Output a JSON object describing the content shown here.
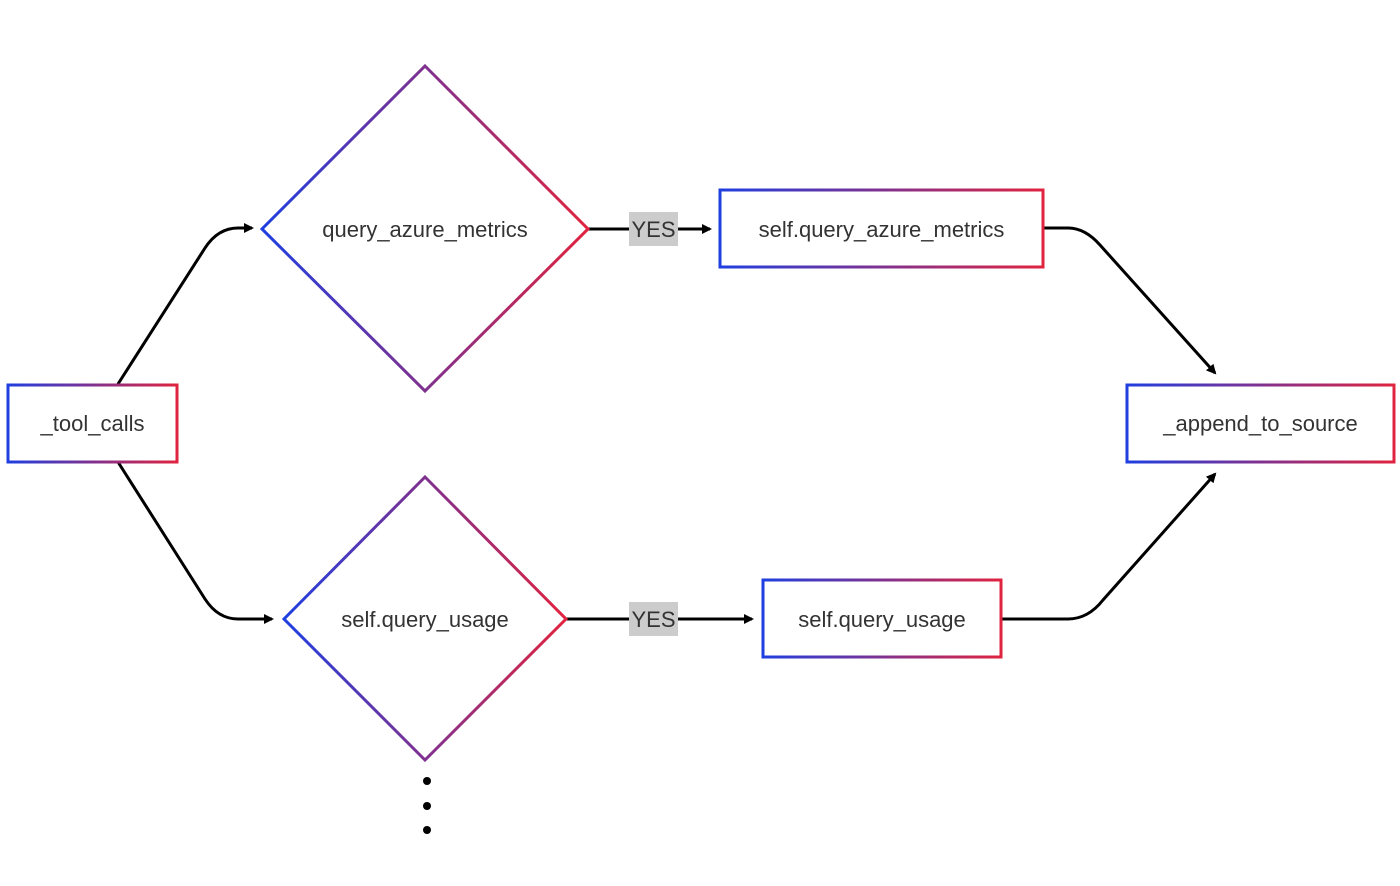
{
  "nodes": {
    "tool_calls": {
      "label": "_tool_calls",
      "shape": "rect"
    },
    "decision_azure_metrics": {
      "label": "query_azure_metrics",
      "shape": "diamond"
    },
    "decision_usage": {
      "label": "self.query_usage",
      "shape": "diamond"
    },
    "call_azure_metrics": {
      "label": "self.query_azure_metrics",
      "shape": "rect"
    },
    "call_usage": {
      "label": "self.query_usage",
      "shape": "rect"
    },
    "append_to_source": {
      "label": "_append_to_source",
      "shape": "rect"
    }
  },
  "edges": {
    "yes_azure_metrics": {
      "label": "YES"
    },
    "yes_usage": {
      "label": "YES"
    }
  },
  "colors": {
    "gradient_start": "#1f3fe0",
    "gradient_end": "#e0233f",
    "edge_label_background": "#cccccc",
    "edge_stroke": "#000000"
  },
  "continuation_indicator": "vertical-ellipsis"
}
